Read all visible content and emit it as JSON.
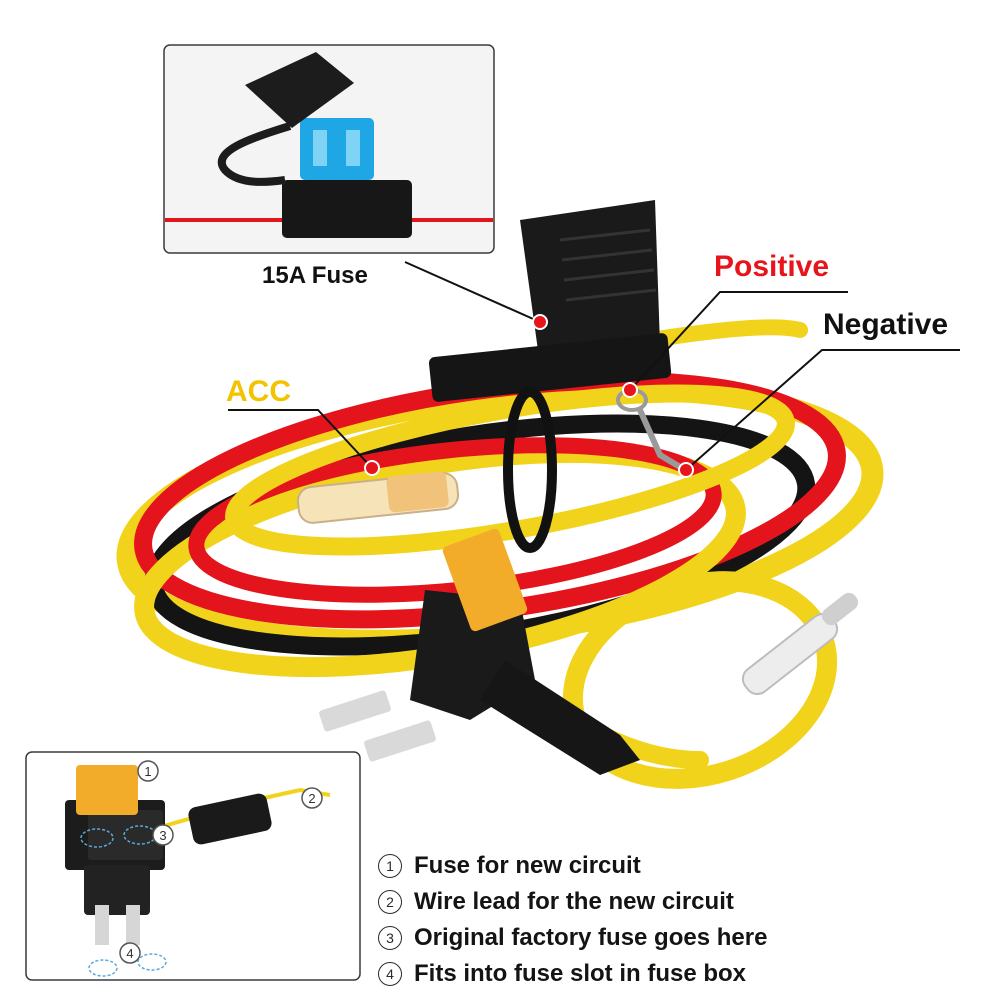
{
  "labels": {
    "fuse": "15A Fuse",
    "positive": "Positive",
    "negative": "Negative",
    "acc": "ACC"
  },
  "legend": [
    {
      "num": "1",
      "text": "Fuse for new circuit"
    },
    {
      "num": "2",
      "text": "Wire lead for the new circuit"
    },
    {
      "num": "3",
      "text": "Original factory fuse goes here"
    },
    {
      "num": "4",
      "text": "Fits into fuse slot in fuse box"
    }
  ],
  "markers": {
    "m1": "1",
    "m2": "2",
    "m3": "3",
    "m4": "4"
  },
  "colors": {
    "red_wire": "#e3141c",
    "yellow_wire": "#f2d31b",
    "black_wire": "#141414",
    "blue_fuse": "#1ea7e4",
    "amber_fuse": "#f0a21c",
    "label_positive": "#e8141b",
    "label_acc": "#f3c300"
  }
}
